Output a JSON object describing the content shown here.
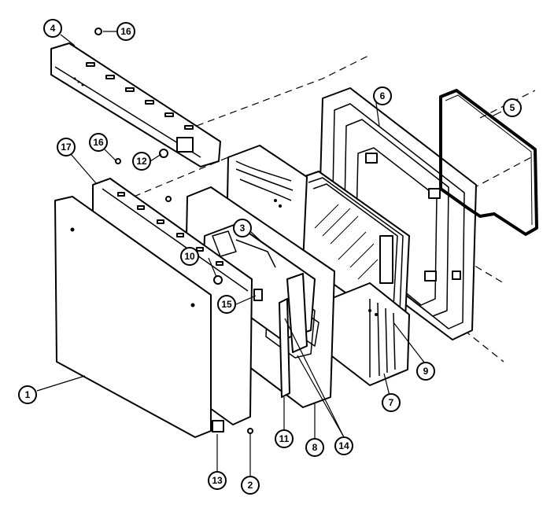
{
  "callouts": [
    {
      "id": "c1",
      "label": "1"
    },
    {
      "id": "c2",
      "label": "2"
    },
    {
      "id": "c3",
      "label": "3"
    },
    {
      "id": "c4",
      "label": "4"
    },
    {
      "id": "c5",
      "label": "5"
    },
    {
      "id": "c6",
      "label": "6"
    },
    {
      "id": "c7",
      "label": "7"
    },
    {
      "id": "c8",
      "label": "8"
    },
    {
      "id": "c9",
      "label": "9"
    },
    {
      "id": "c10",
      "label": "10"
    },
    {
      "id": "c11",
      "label": "11"
    },
    {
      "id": "c12",
      "label": "12"
    },
    {
      "id": "c13",
      "label": "13"
    },
    {
      "id": "c14",
      "label": "14"
    },
    {
      "id": "c15",
      "label": "15"
    },
    {
      "id": "c16a",
      "label": "16"
    },
    {
      "id": "c16b",
      "label": "16"
    },
    {
      "id": "c17",
      "label": "17"
    }
  ]
}
